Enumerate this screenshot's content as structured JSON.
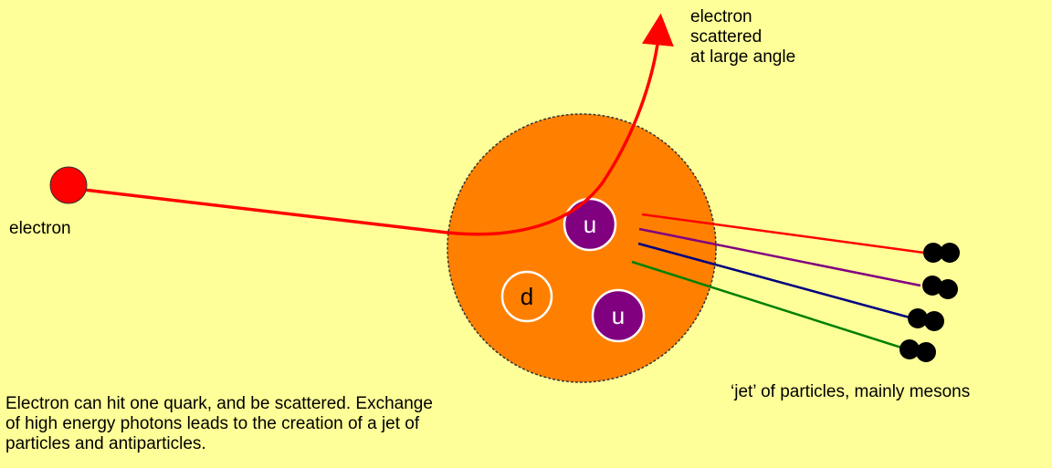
{
  "labels": {
    "scattered_line1": "electron",
    "scattered_line2": "scattered",
    "scattered_line3": "at large angle",
    "incoming_electron": "electron",
    "jet": "‘jet’ of particles, mainly mesons",
    "caption_line1": "Electron can hit one quark, and be scattered. Exchange",
    "caption_line2": "of high energy photons leads to the creation of a jet of",
    "caption_line3": "particles and antiparticles."
  },
  "quarks": [
    {
      "flavor": "u",
      "color": "#800080"
    },
    {
      "flavor": "d",
      "color": "#ff8000"
    },
    {
      "flavor": "u",
      "color": "#800080"
    }
  ],
  "jet_tracks": [
    {
      "color": "#ff0000"
    },
    {
      "color": "#800080"
    },
    {
      "color": "#000080"
    },
    {
      "color": "#008000"
    }
  ],
  "colors": {
    "background": "#ffff99",
    "proton": "#ff8000",
    "electron": "#ff0000",
    "meson": "#000000"
  }
}
